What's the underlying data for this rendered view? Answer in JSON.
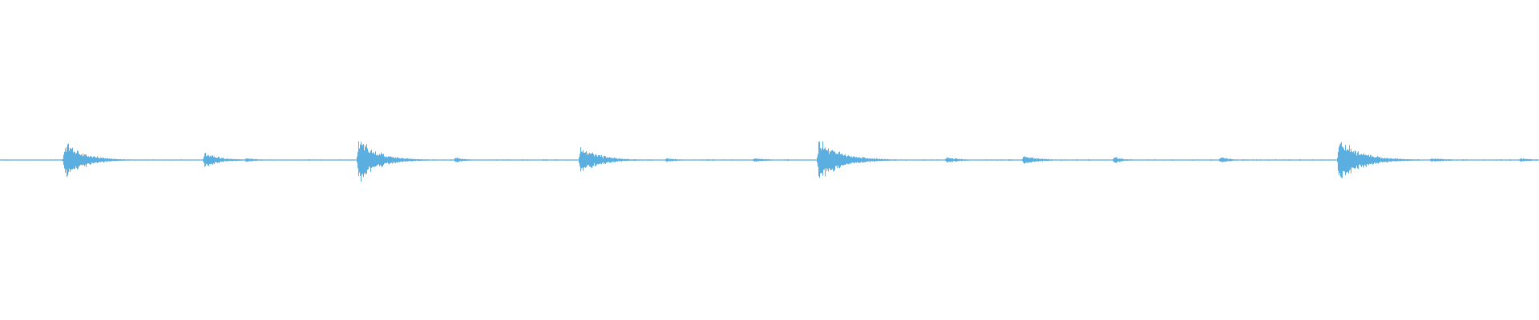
{
  "waveform": {
    "color": "#5aaee0",
    "background": "#ffffff",
    "duration_fraction_scale": 1.0,
    "bursts": [
      {
        "t": 0.042,
        "amp": 0.8,
        "decay": 0.012
      },
      {
        "t": 0.133,
        "amp": 0.32,
        "decay": 0.01
      },
      {
        "t": 0.16,
        "amp": 0.1,
        "decay": 0.006
      },
      {
        "t": 0.233,
        "amp": 1.0,
        "decay": 0.012
      },
      {
        "t": 0.296,
        "amp": 0.12,
        "decay": 0.006
      },
      {
        "t": 0.377,
        "amp": 0.6,
        "decay": 0.012
      },
      {
        "t": 0.433,
        "amp": 0.08,
        "decay": 0.008
      },
      {
        "t": 0.49,
        "amp": 0.08,
        "decay": 0.01
      },
      {
        "t": 0.532,
        "amp": 0.9,
        "decay": 0.014
      },
      {
        "t": 0.615,
        "amp": 0.14,
        "decay": 0.008
      },
      {
        "t": 0.665,
        "amp": 0.18,
        "decay": 0.01
      },
      {
        "t": 0.724,
        "amp": 0.14,
        "decay": 0.006
      },
      {
        "t": 0.793,
        "amp": 0.14,
        "decay": 0.006
      },
      {
        "t": 0.87,
        "amp": 0.92,
        "decay": 0.014
      },
      {
        "t": 0.93,
        "amp": 0.08,
        "decay": 0.012
      },
      {
        "t": 0.988,
        "amp": 0.08,
        "decay": 0.008
      }
    ],
    "noise_level": 0.03
  }
}
